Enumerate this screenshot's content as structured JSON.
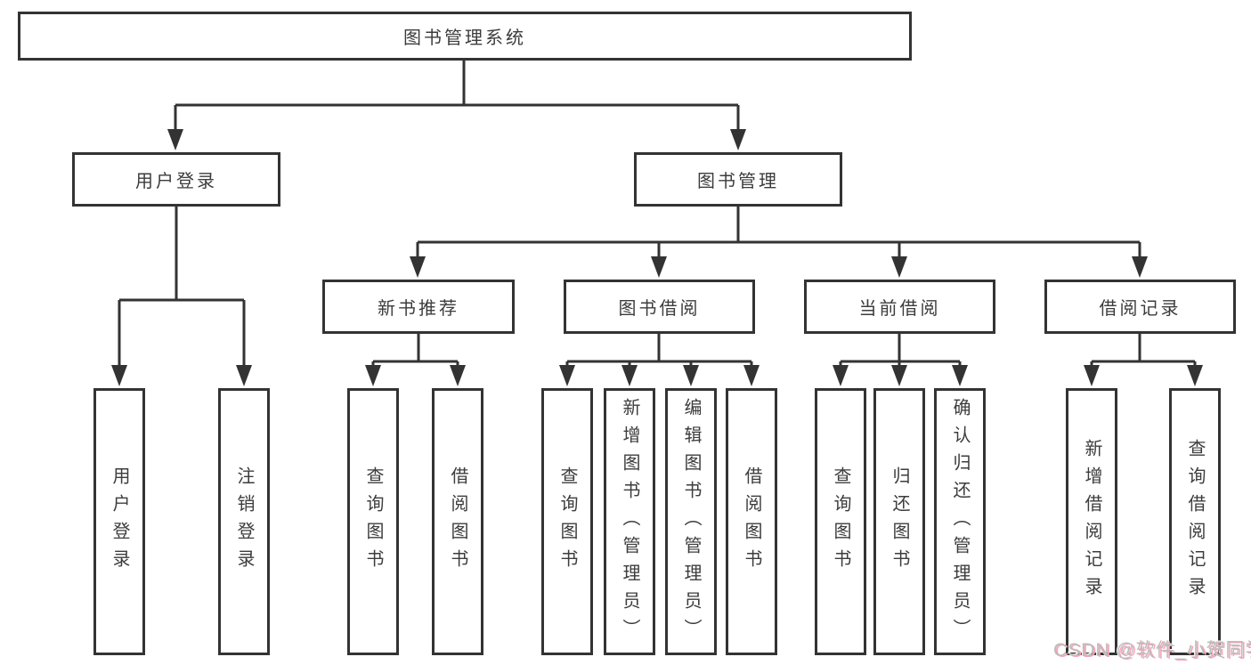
{
  "nodes": {
    "root": "图书管理系统",
    "user_login": "用户登录",
    "book_mgmt": "图书管理",
    "new_book": "新书推荐",
    "book_borrow": "图书借阅",
    "current_borrow": "当前借阅",
    "borrow_record": "借阅记录",
    "user_login_children": [
      "用户登录",
      "注销登录"
    ],
    "new_book_children": [
      "查询图书",
      "借阅图书"
    ],
    "book_borrow_children": [
      "查询图书",
      "新增图书（管理员）",
      "编辑图书（管理员）",
      "借阅图书"
    ],
    "current_borrow_children": [
      "查询图书",
      "归还图书",
      "确认归还（管理员）"
    ],
    "borrow_record_children": [
      "新增借阅记录",
      "查询借阅记录"
    ]
  },
  "watermark": "CSDN @软件_小贺同学",
  "colors": {
    "line": "#333333",
    "box_border": "#333333",
    "text": "#3c3c3c",
    "background": "#ffffff",
    "watermark_text": "#bcbcbc",
    "watermark_shadow": "#f7a3b8"
  }
}
